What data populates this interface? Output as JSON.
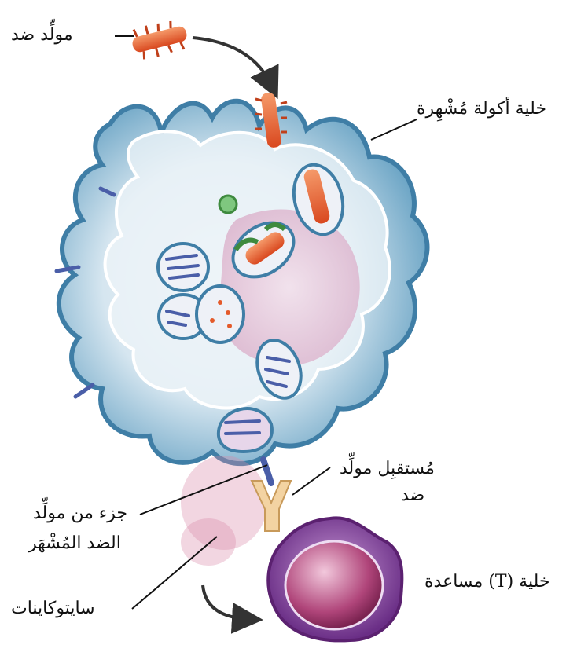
{
  "labels": {
    "antigen": "مولِّد ضد",
    "apc": "خلية أكولة مُشْهِرة",
    "receptor_line1": "مُستقبِل مولِّد",
    "receptor_line2": "ضد",
    "fragment_line1": "جزء من مولِّد",
    "fragment_line2": "الضد المُشْهَر",
    "cytokines": "سايتوكاينات",
    "helper_t": "خلية (T) مساعدة"
  }
}
